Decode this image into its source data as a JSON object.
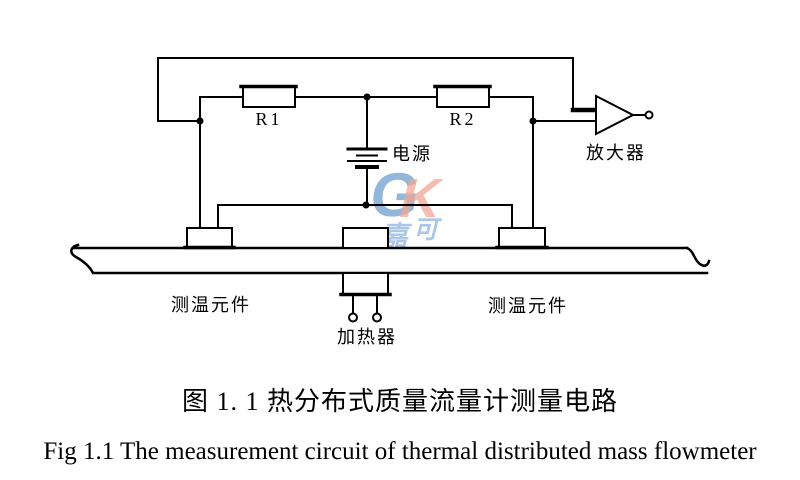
{
  "figure": {
    "labels": {
      "r1": "R1",
      "r2": "R2",
      "power_supply": "电源",
      "amplifier": "放大器",
      "temp_sensor_left": "测温元件",
      "temp_sensor_right": "测温元件",
      "heater": "加热器"
    },
    "watermark": {
      "g": "G",
      "k": "K",
      "char1": "嘉",
      "char2": "可"
    },
    "caption_zh": "图 1. 1 热分布式质量流量计测量电路",
    "caption_en": "Fig 1.1 The measurement circuit of thermal distributed mass flowmeter",
    "colors": {
      "line": "#000000",
      "watermark_blue": "#6f9fd0",
      "watermark_light_blue": "#8fb3e0",
      "watermark_red": "#f2a795",
      "background": "#ffffff"
    }
  }
}
